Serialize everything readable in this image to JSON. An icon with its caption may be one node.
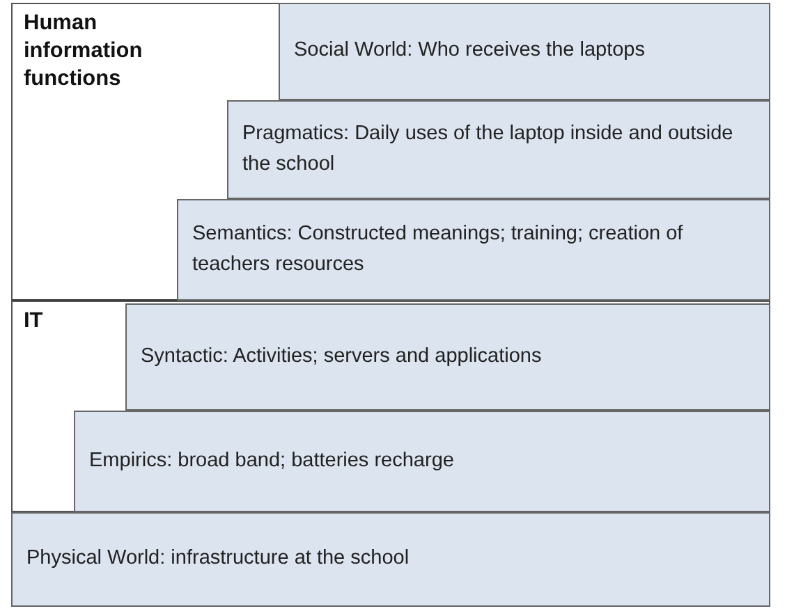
{
  "diagram": {
    "nodes": [
      {
        "text": [
          "Human information functions"
        ]
      },
      {
        "text": [
          "Social World: Who receives the laptops"
        ],
        "in": 0
      },
      {
        "text": [
          "Pragmatics: Daily uses of the laptop inside and outside the school"
        ],
        "in": 0
      },
      {
        "text": [
          "Semantics: Constructed meanings; training; creation of teachers resources"
        ],
        "in": 0
      },
      {
        "text": [
          "IT"
        ]
      },
      {
        "text": [
          "Syntactic: Activities; servers and applications"
        ],
        "in": 4
      },
      {
        "text": [
          "Empirics: broad band; batteries recharge"
        ],
        "in": 4
      },
      {
        "text": [
          "Physical World: infrastructure at the school"
        ]
      }
    ]
  }
}
